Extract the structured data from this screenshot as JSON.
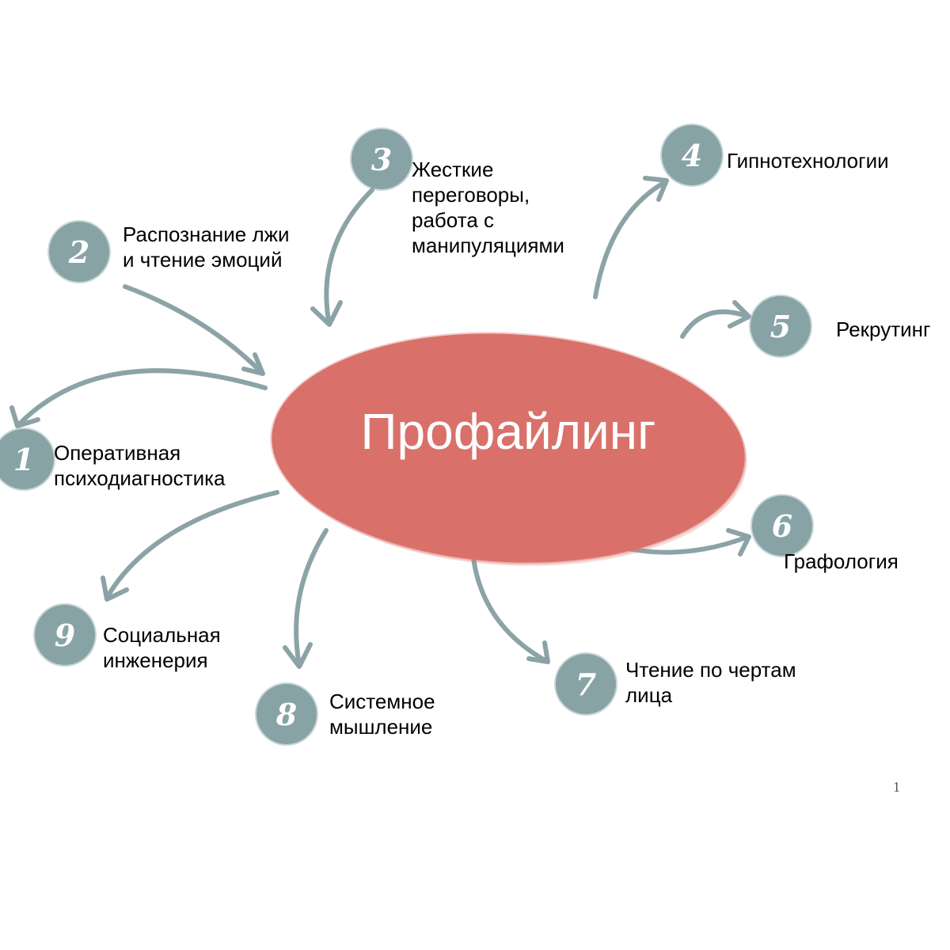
{
  "center": {
    "title": "Профайлинг",
    "color": "#D9716A"
  },
  "node_color": "#87A3A6",
  "arrow_color": "#7F9A9D",
  "nodes": [
    {
      "number": "1",
      "lines": [
        "Оперативная",
        "психодиагностика"
      ]
    },
    {
      "number": "2",
      "lines": [
        "Распознание лжи",
        "и чтение эмоций"
      ]
    },
    {
      "number": "3",
      "lines": [
        "Жесткие",
        "переговоры,",
        "работа с",
        "манипуляциями"
      ]
    },
    {
      "number": "4",
      "lines": [
        "Гипнотехнологии"
      ]
    },
    {
      "number": "5",
      "lines": [
        "Рекрутинг"
      ]
    },
    {
      "number": "6",
      "lines": [
        "Графология"
      ]
    },
    {
      "number": "7",
      "lines": [
        "Чтение по чертам",
        "лица"
      ]
    },
    {
      "number": "8",
      "lines": [
        "Системное",
        "мышление"
      ]
    },
    {
      "number": "9",
      "lines": [
        "Социальная",
        "инженерия"
      ]
    }
  ],
  "page_number": "1"
}
